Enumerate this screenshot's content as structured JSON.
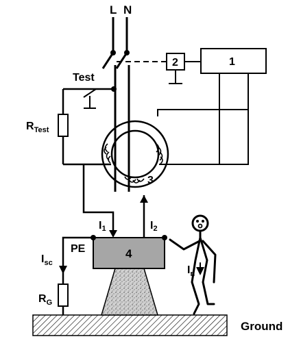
{
  "labels": {
    "phase": "L",
    "neutral": "N",
    "test": "Test",
    "r_test_main": "R",
    "r_test_sub": "Test",
    "box1": "1",
    "box2": "2",
    "core": "3",
    "device": "4",
    "i1_main": "I",
    "i1_sub": "1",
    "i2_main": "I",
    "i2_sub": "2",
    "pe": "PE",
    "isc_main": "I",
    "isc_sub": "sc",
    "rg_main": "R",
    "rg_sub": "G",
    "in_main": "I",
    "in_sub": "n",
    "ground": "Ground"
  },
  "colors": {
    "line": "#000000",
    "device_fill": "#a6a6a6",
    "cone_fill": "#d2d2d2",
    "hatch": "#000000"
  }
}
